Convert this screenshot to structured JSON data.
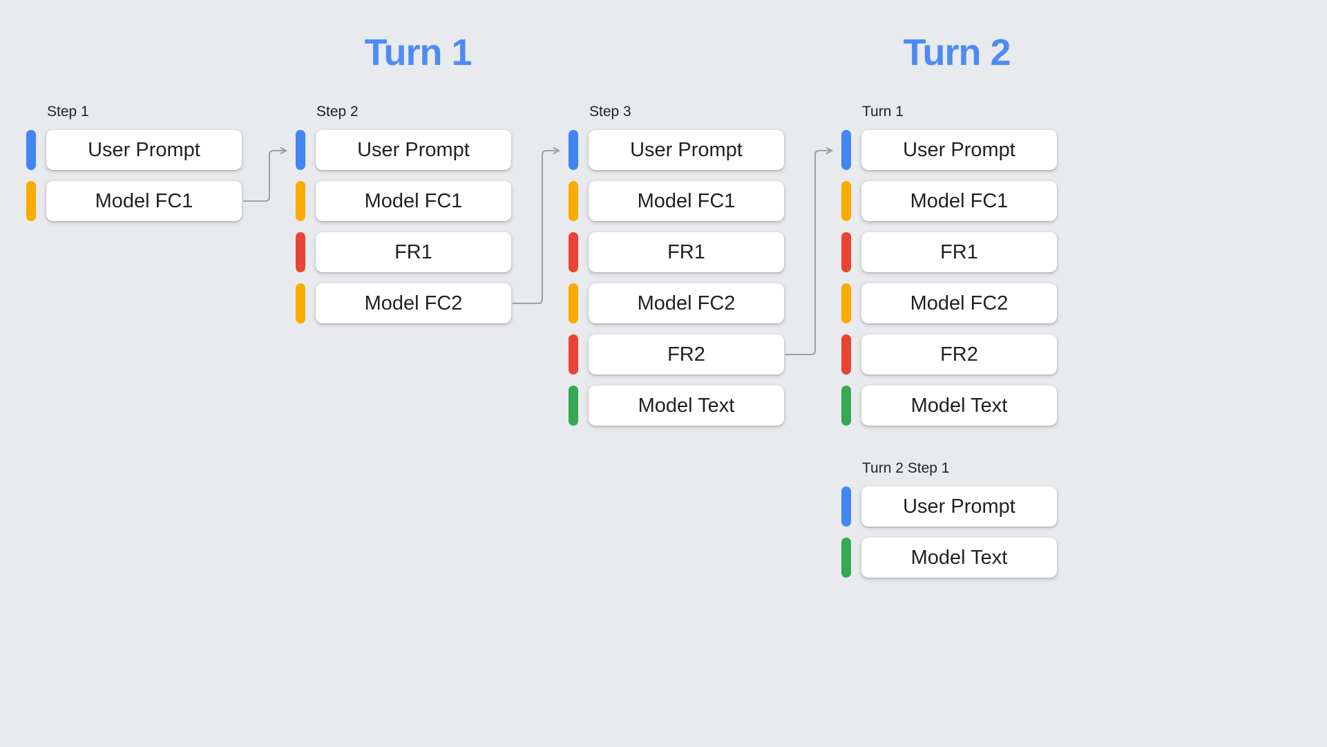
{
  "palette": {
    "background": "#e8eaed",
    "blue": "#4285F4",
    "yellow": "#F9AB00",
    "red": "#EA4335",
    "green": "#34A853",
    "card_bg": "#ffffff",
    "card_text": "#202124",
    "label_text": "#202124",
    "heading_blue": "#4C8BF5",
    "arrow": "#9aa0a6"
  },
  "headings": {
    "turn1": "Turn 1",
    "turn2": "Turn 2"
  },
  "columns": [
    {
      "label": "Step 1",
      "cards": [
        {
          "label": "User Prompt",
          "color": "blue"
        },
        {
          "label": "Model FC1",
          "color": "yellow"
        }
      ]
    },
    {
      "label": "Step 2",
      "cards": [
        {
          "label": "User Prompt",
          "color": "blue"
        },
        {
          "label": "Model FC1",
          "color": "yellow"
        },
        {
          "label": "FR1",
          "color": "red"
        },
        {
          "label": "Model FC2",
          "color": "yellow"
        }
      ]
    },
    {
      "label": "Step 3",
      "cards": [
        {
          "label": "User Prompt",
          "color": "blue"
        },
        {
          "label": "Model FC1",
          "color": "yellow"
        },
        {
          "label": "FR1",
          "color": "red"
        },
        {
          "label": "Model FC2",
          "color": "yellow"
        },
        {
          "label": "FR2",
          "color": "red"
        },
        {
          "label": "Model Text",
          "color": "green"
        }
      ]
    },
    {
      "label": "Turn 1",
      "cards": [
        {
          "label": "User Prompt",
          "color": "blue"
        },
        {
          "label": "Model FC1",
          "color": "yellow"
        },
        {
          "label": "FR1",
          "color": "red"
        },
        {
          "label": "Model FC2",
          "color": "yellow"
        },
        {
          "label": "FR2",
          "color": "red"
        },
        {
          "label": "Model Text",
          "color": "green"
        }
      ]
    }
  ],
  "turn2_group": {
    "label": "Turn 2 Step 1",
    "cards": [
      {
        "label": "User Prompt",
        "color": "blue"
      },
      {
        "label": "Model Text",
        "color": "green"
      }
    ]
  },
  "arrows": [
    {
      "name": "model-fc1-step1-to-step2",
      "from": "Step 1 / Model FC1",
      "to": "Step 2 / top"
    },
    {
      "name": "model-fc2-step2-to-step3",
      "from": "Step 2 / Model FC2",
      "to": "Step 3 / top"
    },
    {
      "name": "fr2-step3-to-turn2",
      "from": "Step 3 / FR2",
      "to": "Turn 2 / Turn 1 / top"
    }
  ]
}
